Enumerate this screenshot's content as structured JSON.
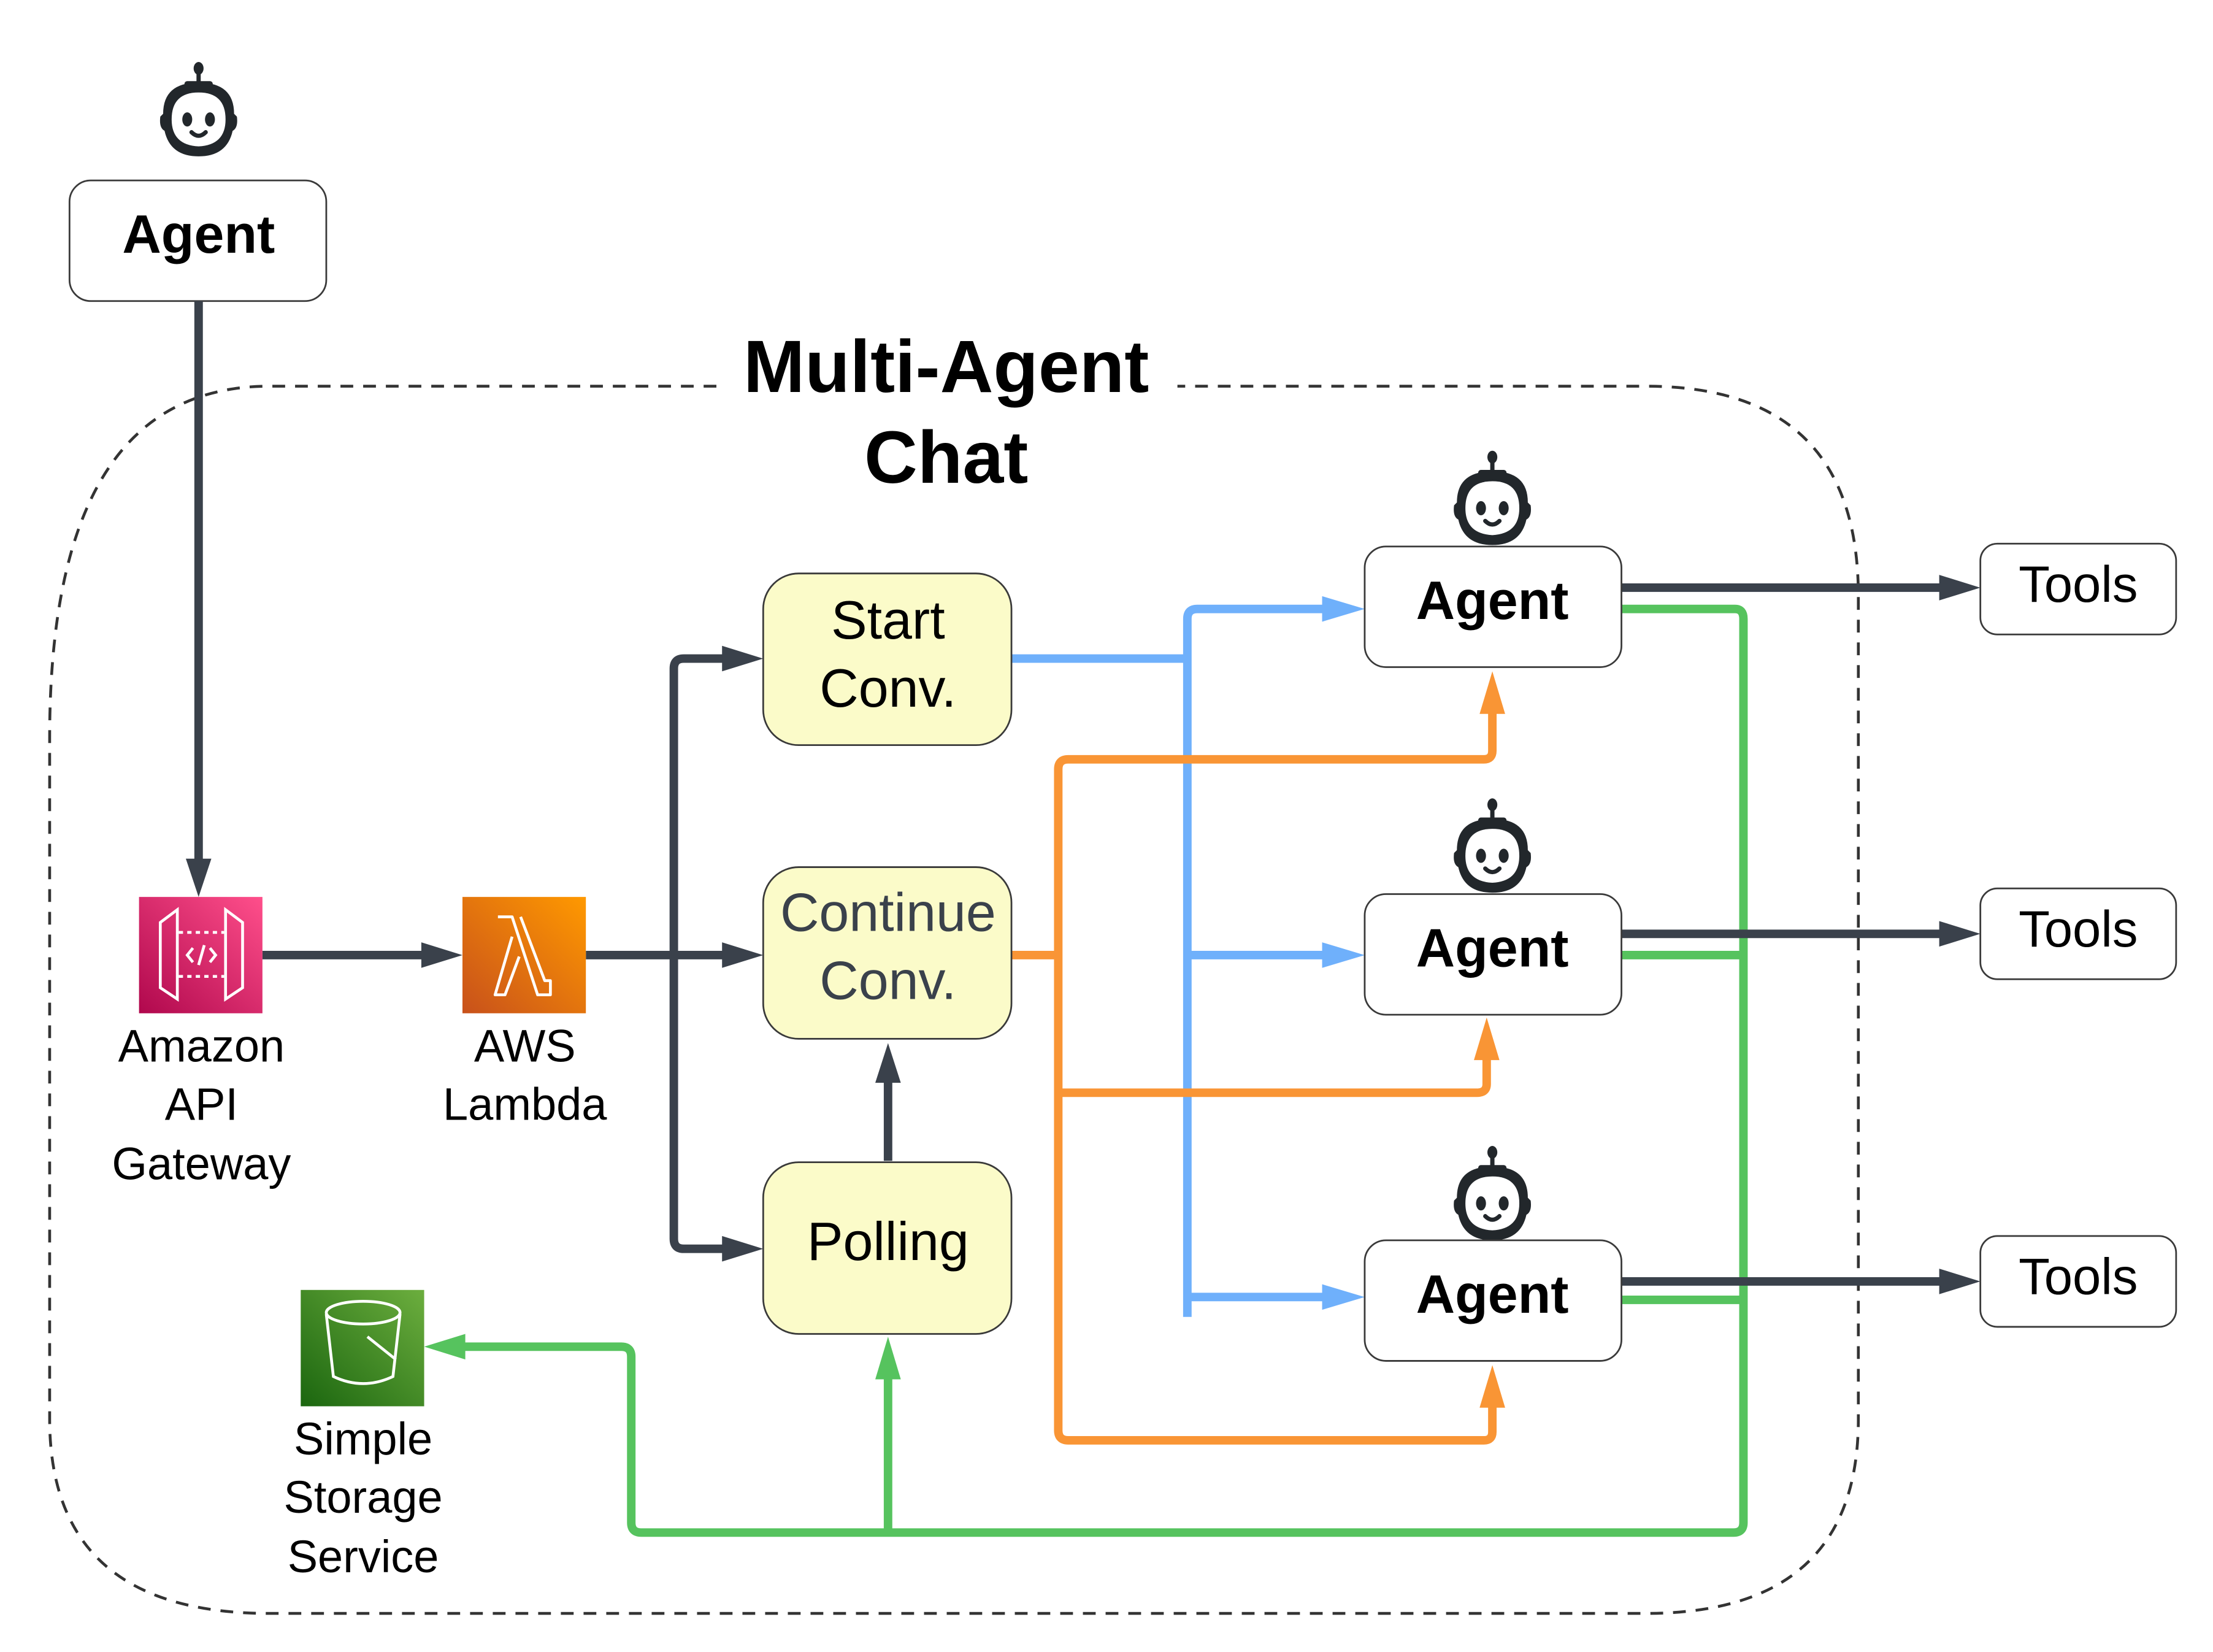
{
  "title": {
    "line1": "Multi-Agent",
    "line2": "Chat"
  },
  "external_agent": {
    "label": "Agent",
    "icon": "robot-icon"
  },
  "services": {
    "api_gateway": {
      "lines": [
        "Amazon",
        "API",
        "Gateway"
      ],
      "icon": "api-gateway-icon",
      "color": "#e7157b"
    },
    "lambda": {
      "lines": [
        "AWS",
        "Lambda"
      ],
      "icon": "lambda-icon",
      "color": "#ed7100"
    },
    "s3": {
      "lines": [
        "Simple",
        "Storage",
        "Service"
      ],
      "icon": "s3-bucket-icon",
      "color": "#3f8624"
    }
  },
  "steps": {
    "start": {
      "lines": [
        "Start",
        "Conv."
      ]
    },
    "continue": {
      "lines": [
        "Continue",
        "Conv."
      ]
    },
    "polling": {
      "label": "Polling"
    }
  },
  "agents": [
    {
      "label": "Agent",
      "icon": "robot-icon",
      "tools": "Tools"
    },
    {
      "label": "Agent",
      "icon": "robot-icon",
      "tools": "Tools"
    },
    {
      "label": "Agent",
      "icon": "robot-icon",
      "tools": "Tools"
    }
  ],
  "colors": {
    "dark_flow": "#3a414b",
    "start_flow": "#6fb0fb",
    "continue_flow": "#f99535",
    "storage_flow": "#56c35e",
    "step_fill": "#fbfbc9"
  }
}
